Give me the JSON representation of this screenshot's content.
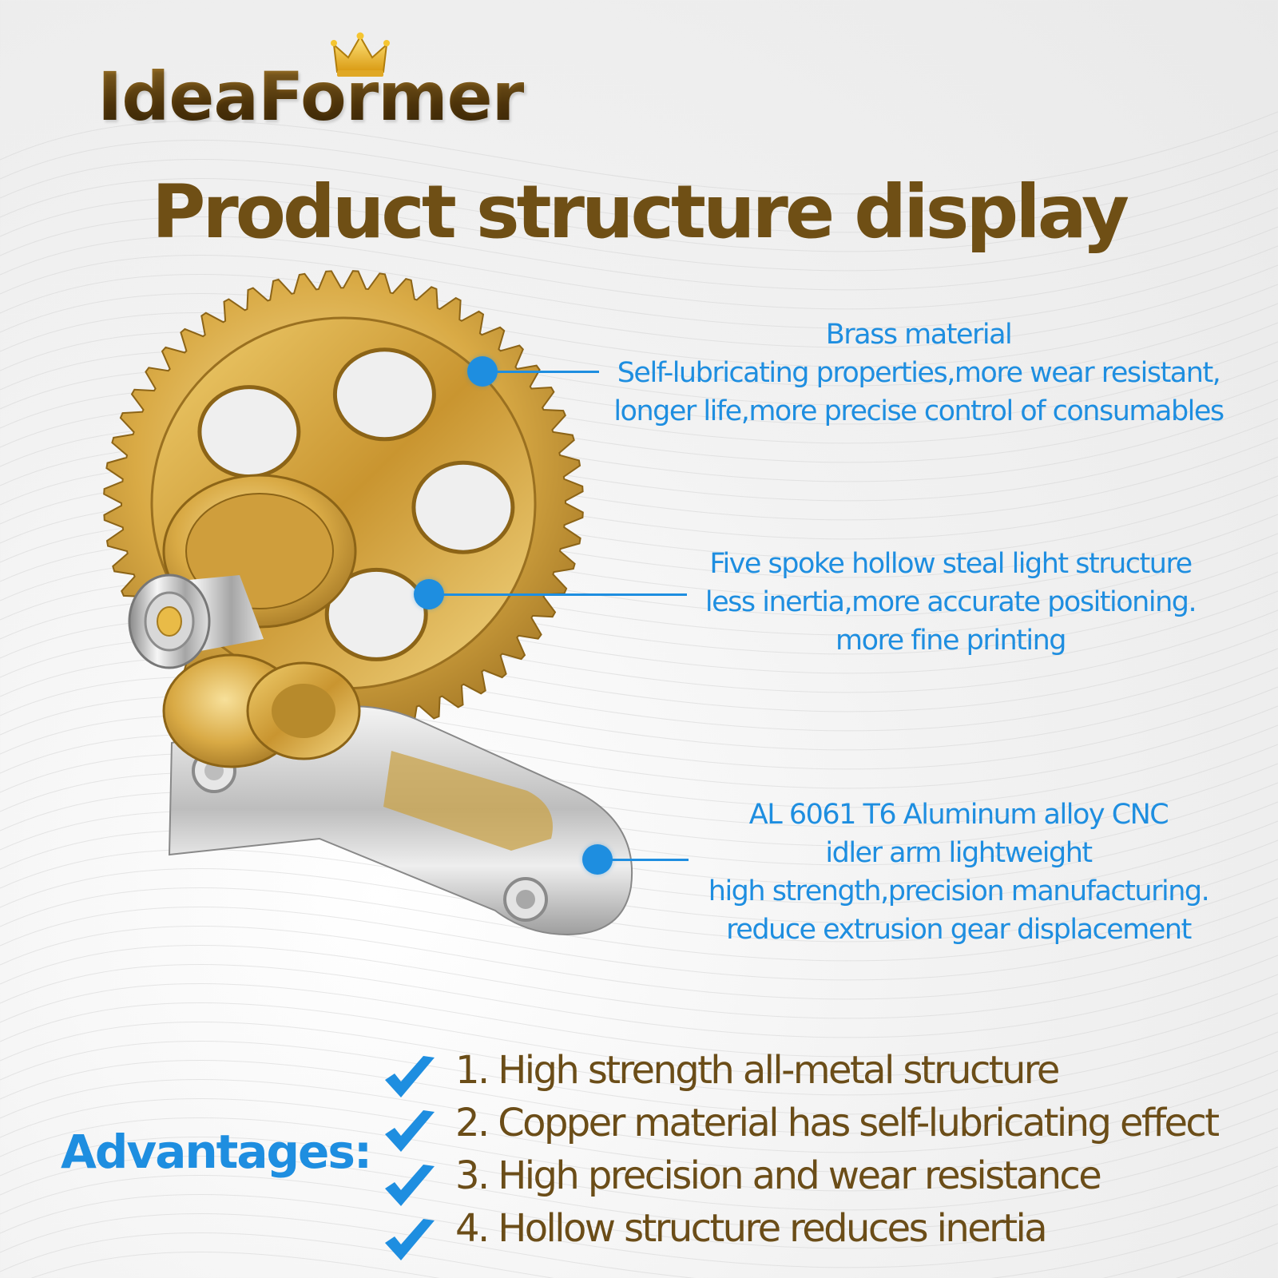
{
  "brand": {
    "logo_text": "IdeaFormer",
    "logo_icon": "crown-icon",
    "logo_color": "#6b4a12"
  },
  "title": "Product structure display",
  "product_illustration": "extruder-gear-assembly",
  "callouts": [
    {
      "lines": [
        "Brass material",
        "Self-lubricating properties,more wear resistant,",
        "longer life,more precise control of consumables"
      ]
    },
    {
      "lines": [
        "Five spoke hollow steal light structure",
        "less inertia,more accurate positioning.",
        "more fine printing"
      ]
    },
    {
      "lines": [
        "AL 6061 T6 Aluminum alloy CNC",
        "idler arm lightweight",
        "high strength,precision manufacturing.",
        "reduce extrusion gear displacement"
      ]
    }
  ],
  "advantages": {
    "label": "Advantages:",
    "items": [
      "1. High strength all-metal structure",
      "2. Copper material has self-lubricating effect",
      "3. High precision and wear resistance",
      "4. Hollow structure reduces inertia"
    ]
  },
  "colors": {
    "accent_blue": "#1e8ee0",
    "title_brown": "#6f4f15",
    "text_brown": "#6b4d18",
    "brass": "#d4a441",
    "aluminum": "#c9c9c9"
  }
}
